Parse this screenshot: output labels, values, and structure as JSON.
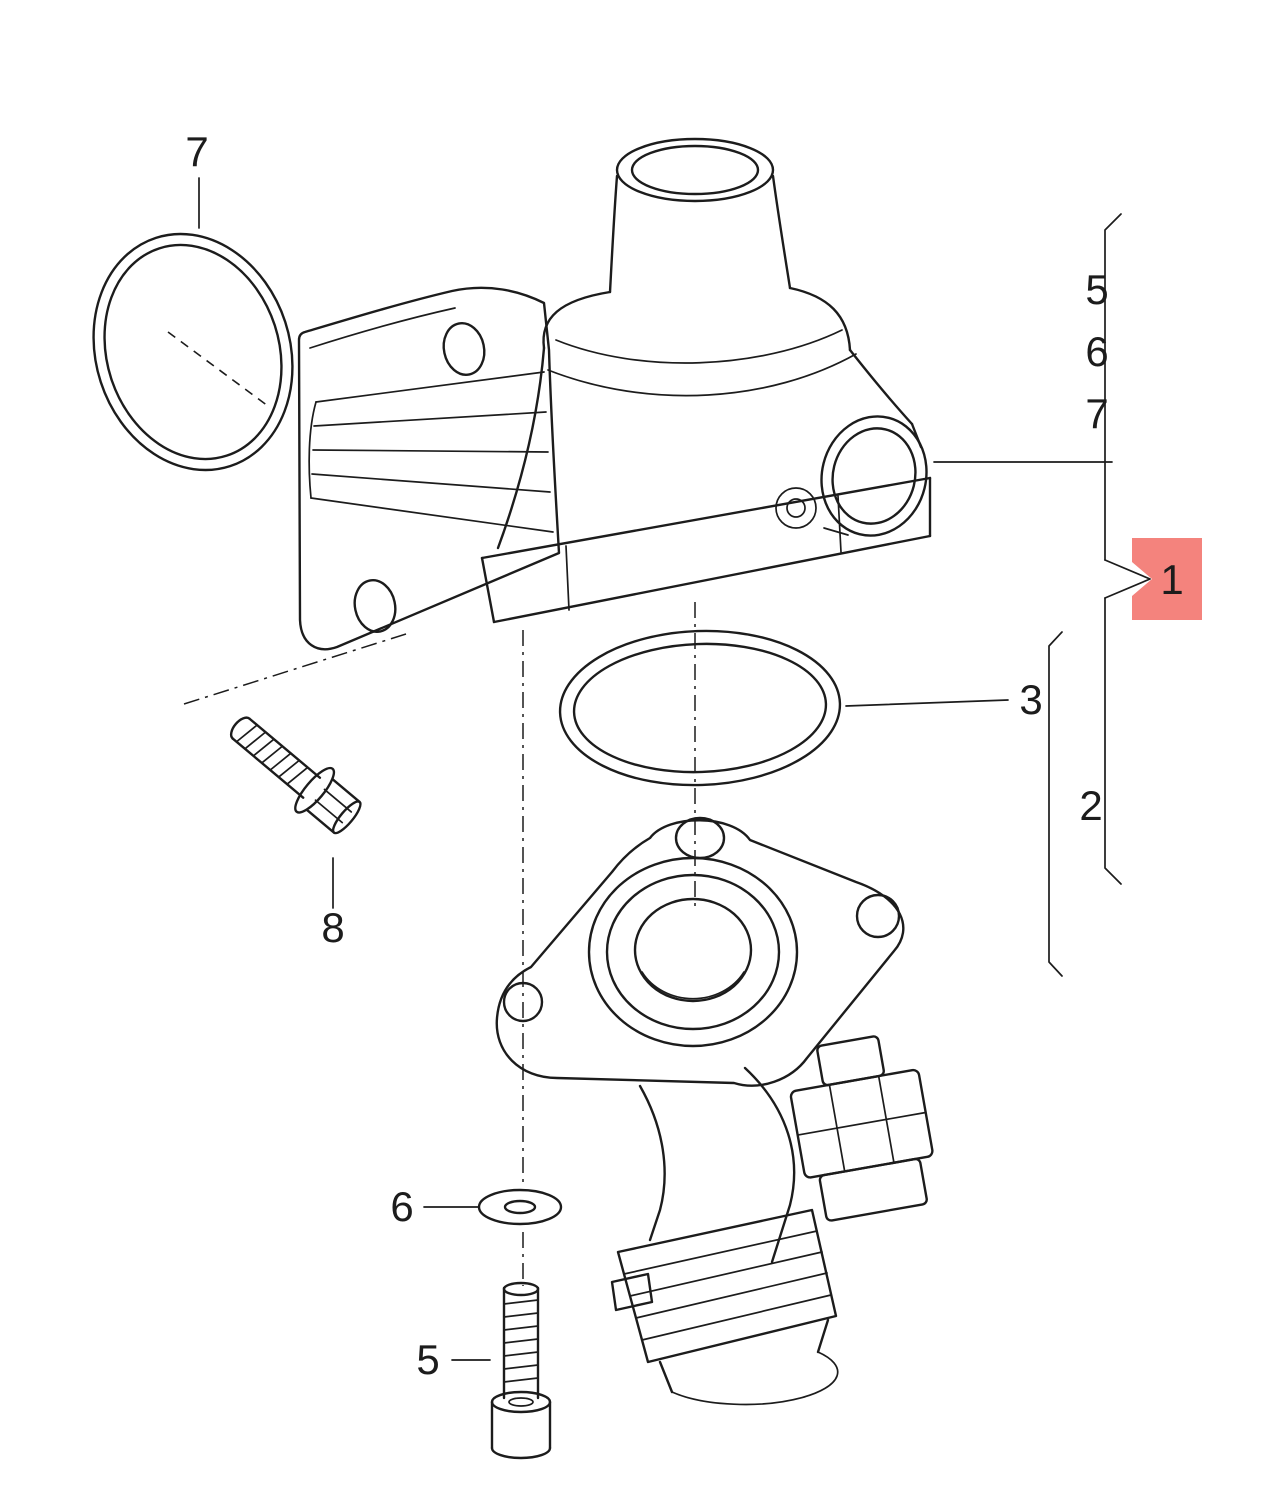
{
  "colors": {
    "background": "#ffffff",
    "line": "#1c1c1c",
    "highlight_fill": "#f4837d",
    "highlight_text": "#1c1c1c"
  },
  "callouts": {
    "seal_top": "7",
    "list_right": {
      "a": "5",
      "b": "6",
      "c": "7"
    },
    "assembly": "1",
    "oring_mid": "3",
    "flange_group": "2",
    "hex_bolt": "8",
    "washer": "6",
    "socket_bolt": "5"
  }
}
